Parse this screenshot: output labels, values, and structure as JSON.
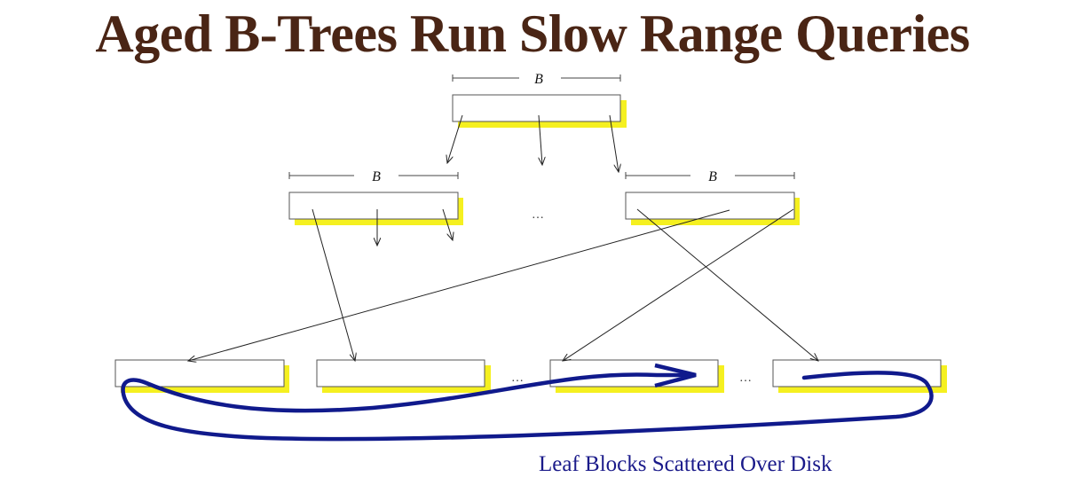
{
  "title": "Aged B-Trees Run Slow Range Queries",
  "block_size_label": "B",
  "ellipsis": "…",
  "caption": "Leaf Blocks Scattered Over Disk",
  "colors": {
    "title": "#4a2515",
    "caption": "#1a1a8a",
    "scan_path": "#101a8c",
    "shadow": "#f5f020"
  }
}
